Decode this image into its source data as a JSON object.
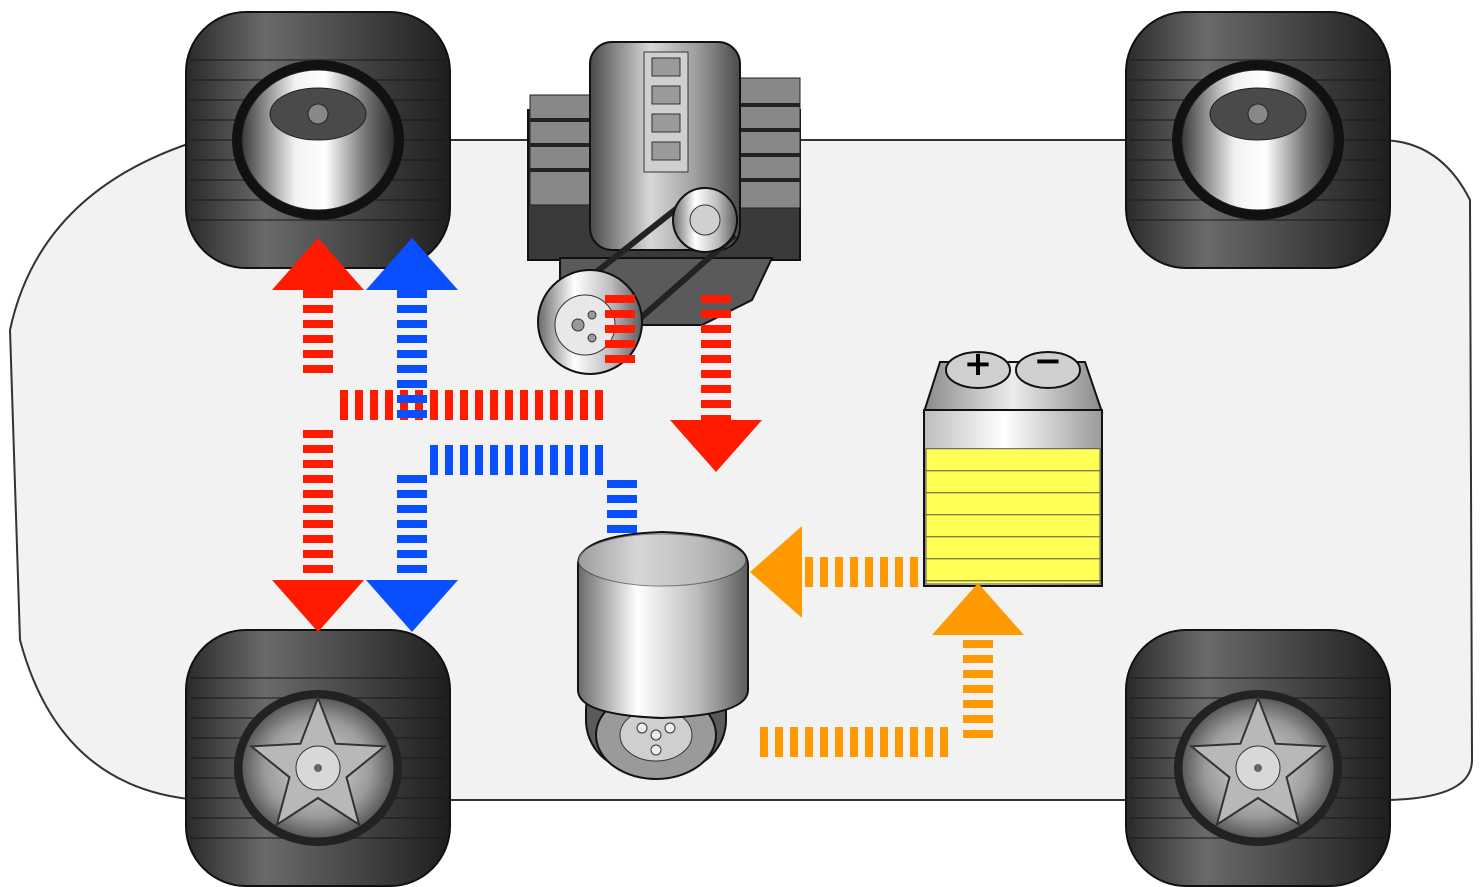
{
  "diagram": {
    "kind": "hybrid-vehicle-power-flow",
    "components": {
      "chassis": {
        "icon": "car-chassis-outline"
      },
      "engine": {
        "icon": "engine-icon"
      },
      "generator": {
        "icon": "generator-pulley-icon"
      },
      "motor": {
        "icon": "electric-motor-icon"
      },
      "battery": {
        "icon": "battery-icon",
        "plus_symbol": "+",
        "minus_symbol": "−",
        "fill_level": 0.78
      }
    },
    "wheels": [
      {
        "name": "front-left-wheel"
      },
      {
        "name": "front-right-wheel"
      },
      {
        "name": "rear-left-wheel"
      },
      {
        "name": "rear-right-wheel"
      }
    ],
    "flows": [
      {
        "name": "engine-to-wheels-flow",
        "color": "#ff1a00"
      },
      {
        "name": "engine-exhaust-flow",
        "color": "#ff1a00"
      },
      {
        "name": "motor-to-wheels-flow",
        "color": "#0a4fff"
      },
      {
        "name": "battery-to-motor-flow",
        "color": "#ff9900"
      },
      {
        "name": "motor-to-battery-regen-flow",
        "color": "#ff9900"
      }
    ],
    "colors": {
      "red": "#ff1a00",
      "blue": "#0a4fff",
      "orange": "#ff9900",
      "battery_cells": "#ffff55",
      "body": "#f2f2f2"
    }
  }
}
